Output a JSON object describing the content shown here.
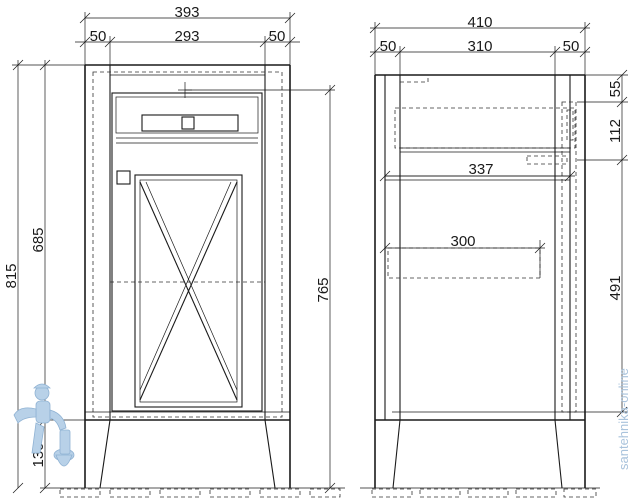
{
  "front_view": {
    "total_width": "393",
    "left_side": "50",
    "inner_width": "293",
    "right_side": "50",
    "total_height": "815",
    "body_height": "685",
    "leg_height": "130",
    "inner_height": "765"
  },
  "side_view": {
    "total_depth": "410",
    "left_side": "50",
    "inner_depth": "310",
    "right_side": "50",
    "drawer_offset": "55",
    "drawer_height": "112",
    "shelf_depth": "337",
    "lower_shelf_depth": "300",
    "lower_height": "491"
  },
  "watermark": "santehnika-online",
  "colors": {
    "line": "#1a1a1a",
    "watermark": "#a9c3dc"
  },
  "icons": {
    "mascot": "plumber-mascot-icon"
  }
}
